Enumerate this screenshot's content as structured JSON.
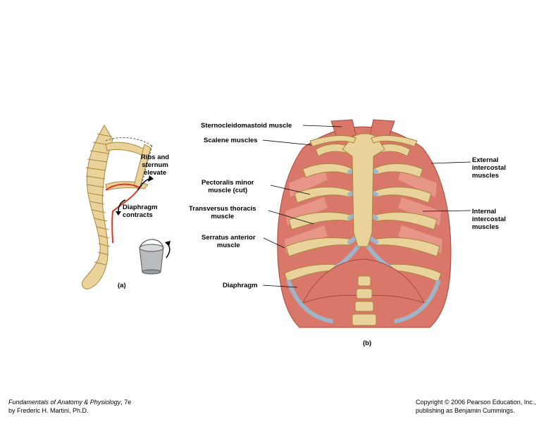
{
  "panel_a": {
    "label_ribs": "Ribs and\nsternum\nelevate",
    "label_diaphragm": "Diaphragm\ncontracts",
    "caption": "(a)"
  },
  "panel_b": {
    "labels_left": {
      "sternocleidomastoid": "Sternocleidomastoid muscle",
      "scalene": "Scalene muscles",
      "pectoralis_minor": "Pectoralis minor\nmuscle (cut)",
      "transversus": "Transversus thoracis\nmuscle",
      "serratus": "Serratus anterior\nmuscle",
      "diaphragm": "Diaphragm"
    },
    "labels_right": {
      "external": "External\nintercostal\nmuscles",
      "internal": "Internal\nintercostal\nmuscles"
    },
    "caption": "(b)"
  },
  "footer": {
    "book_title": "Fundamentals of Anatomy & Physiology",
    "edition": ", 7e",
    "author": "by Frederic H. Martini, Ph.D.",
    "copyright": "Copyright © 2006 Pearson Education, Inc.,",
    "publisher": "publishing as Benjamin Cummings."
  },
  "colors": {
    "bone": "#e9d39a",
    "bone_dark": "#c9a860",
    "muscle": "#d9786a",
    "muscle_light": "#eea293",
    "cartilage": "#9fb4c6",
    "diaphragm_red": "#d8382a"
  }
}
